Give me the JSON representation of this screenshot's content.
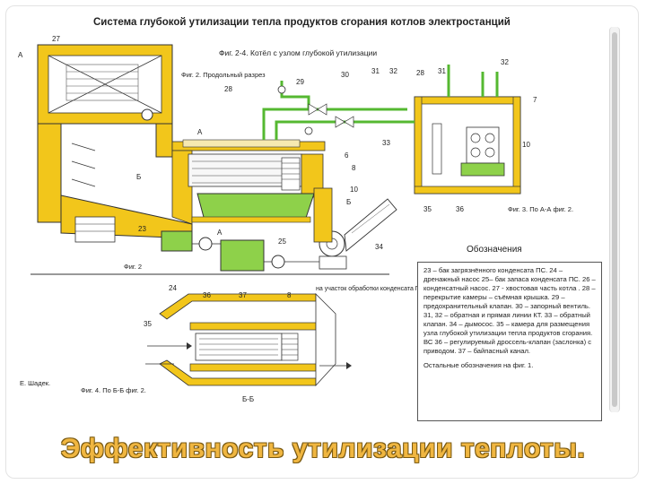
{
  "title": "Система глубокой утилизации тепла продуктов сгорания котлов электростанций",
  "subtitle": "Фиг. 2-4. Котёл с узлом глубокой утилизации",
  "figure_labels": {
    "fig2": "Фиг. 2. Продольный разрез",
    "fig2_small": "Фиг. 2",
    "fig3": "Фиг. 3. По А-А фиг. 2.",
    "fig4": "Фиг. 4. По Б-Б фиг. 2."
  },
  "section_labels": {
    "a_top": "А",
    "a_mid": "А",
    "a_low": "А",
    "b_left": "Б",
    "b_right": "Б",
    "bb": "Б-Б"
  },
  "annotation": "на участок обработки конденсата ПС",
  "author": "Е. Шадек.",
  "legend": {
    "heading": "Обозначения",
    "text": "23 – бак загрязнённого конденсата ПС. 24 – дренажный насос 25– бак запаса конденсата ПС. 26 – конденсатный насос. 27 - хвостовая часть котла . 28 – перекрытие камеры – съёмная крышка. 29 –предохранительный клапан. 30 – запорный вентиль. 31, 32 – обратная и прямая линии КТ. 33 – обратный клапан. 34 – дымосос. 35 – камера для размещения узла глубокой утилизации тепла продуктов сгорания. ВС 36 – регулируемый дроссель-клапан (заслонка) с приводом. 37 – байпасный канал.",
    "note": "Остальные обозначения на фиг. 1."
  },
  "numbers": {
    "n27": "27",
    "n28": "28",
    "n29": "29",
    "n30": "30",
    "n31": "31",
    "n32": "32",
    "n33": "33",
    "n6": "6",
    "n8": "8",
    "n10": "10",
    "n23": "23",
    "n25": "25",
    "n34": "34",
    "n24": "24",
    "n36": "36",
    "n37": "37",
    "n8b": "8",
    "n35": "35",
    "r28": "28",
    "r31": "31",
    "r32": "32",
    "r7": "7",
    "r10": "10",
    "r35": "35",
    "r36": "36"
  },
  "caption": "Эффективность утилизации теплоты.",
  "colors": {
    "yellow": "#f2c61b",
    "green": "#8ed14a",
    "line_green": "#55b831",
    "outline": "#333333"
  }
}
